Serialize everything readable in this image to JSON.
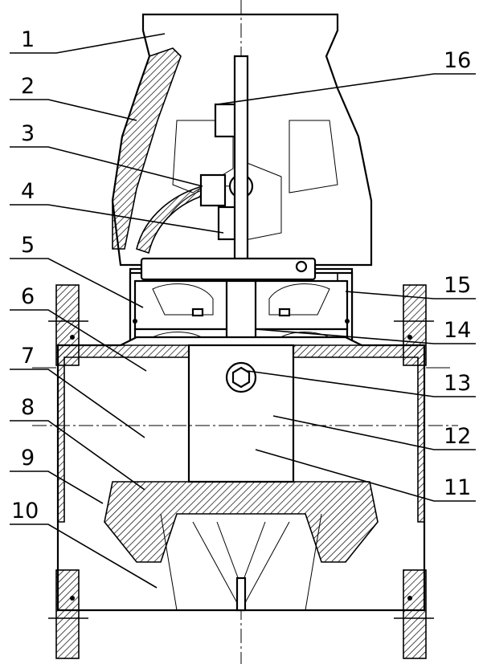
{
  "labels_left": [
    {
      "id": "label-1",
      "text": "1"
    },
    {
      "id": "label-2",
      "text": "2"
    },
    {
      "id": "label-3",
      "text": "3"
    },
    {
      "id": "label-4",
      "text": "4"
    },
    {
      "id": "label-5",
      "text": "5"
    },
    {
      "id": "label-6",
      "text": "6"
    },
    {
      "id": "label-7",
      "text": "7"
    },
    {
      "id": "label-8",
      "text": "8"
    },
    {
      "id": "label-9",
      "text": "9"
    },
    {
      "id": "label-10",
      "text": "10"
    }
  ],
  "labels_right": [
    {
      "id": "label-16",
      "text": "16"
    },
    {
      "id": "label-15",
      "text": "15"
    },
    {
      "id": "label-14",
      "text": "14"
    },
    {
      "id": "label-13",
      "text": "13"
    },
    {
      "id": "label-12",
      "text": "12"
    },
    {
      "id": "label-11",
      "text": "11"
    }
  ]
}
